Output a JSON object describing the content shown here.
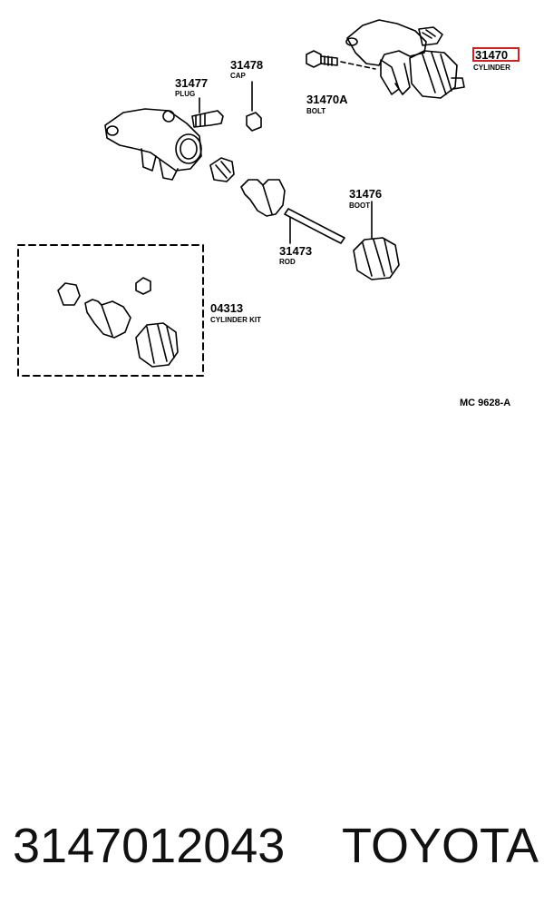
{
  "parts": {
    "cylinder": {
      "number": "31470",
      "name": "CYLINDER"
    },
    "bolt": {
      "number": "31470A",
      "name": "BOLT"
    },
    "cap": {
      "number": "31478",
      "name": "CAP"
    },
    "plug": {
      "number": "31477",
      "name": "PLUG"
    },
    "boot": {
      "number": "31476",
      "name": "BOOT"
    },
    "rod": {
      "number": "31473",
      "name": "ROD"
    },
    "kit": {
      "number": "04313",
      "name": "CYLINDER KIT"
    }
  },
  "diagram_ref": "MC 9628-A",
  "highlight_color": "#d42020",
  "caption": {
    "part_number": "3147012043",
    "brand": "TOYOTA"
  }
}
